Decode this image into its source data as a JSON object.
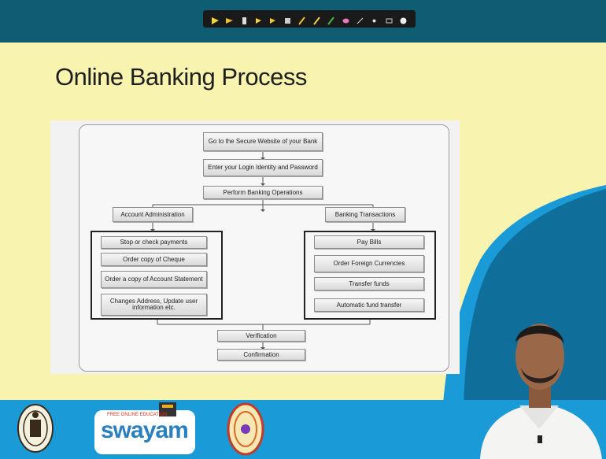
{
  "slide": {
    "title": "Online Banking Process"
  },
  "flowchart": {
    "nodes": {
      "go_website": "Go to the Secure Website of your Bank",
      "login": "Enter your Login Identity and Password",
      "perform": "Perform Banking Operations",
      "account_admin": "Account Administration",
      "banking_transactions": "Banking Transactions",
      "stop_payments": "Stop or check payments",
      "order_cheque": "Order copy of Cheque",
      "order_statement": "Order a copy of Account Statement",
      "change_address": "Changes Address, Update user information etc.",
      "pay_bills": "Pay Bills",
      "foreign_currencies": "Order Foreign Currencies",
      "transfer_funds": "Transfer funds",
      "auto_transfer": "Automatic fund transfer",
      "verification": "Verification",
      "confirmation": "Confirmation"
    }
  },
  "footer": {
    "swayam_tagline": "FREE ONLINE EDUCATION",
    "swayam_name": "swayam"
  },
  "colors": {
    "slide_bg": "#f9f3b0",
    "accent_teal": "#0f5d73",
    "wave_blue": "#1a9ad6"
  }
}
